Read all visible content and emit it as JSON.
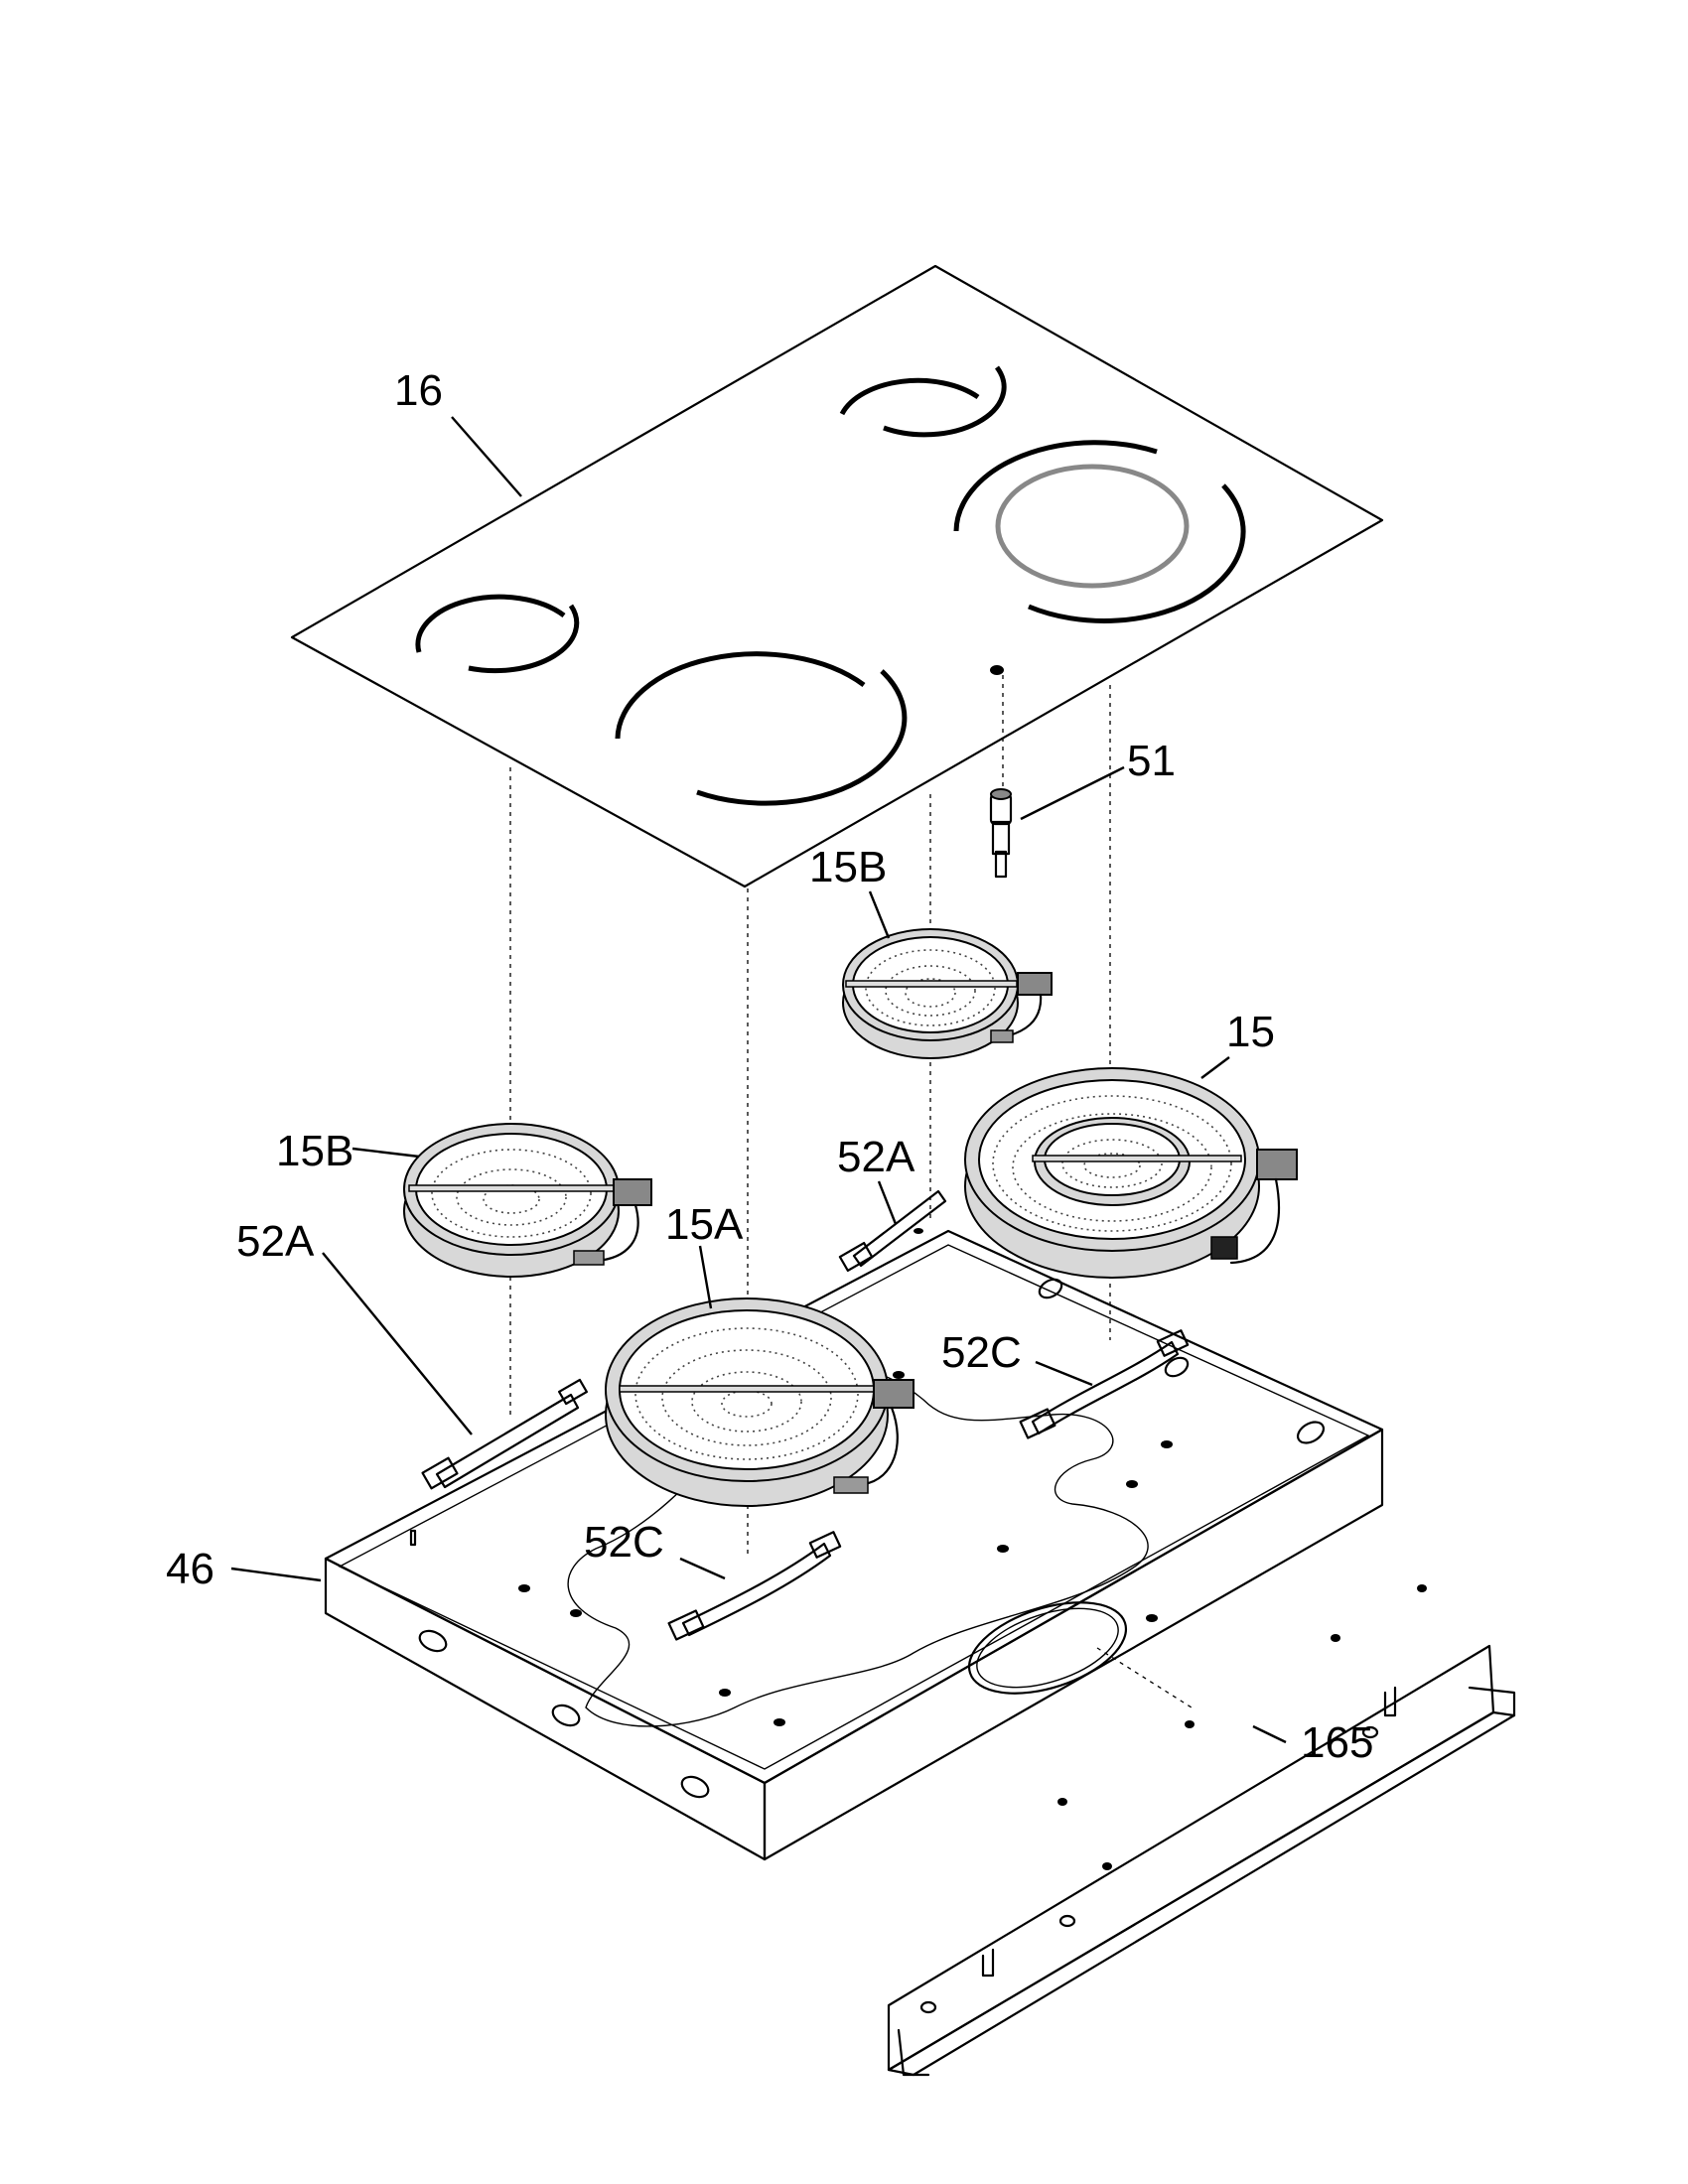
{
  "diagram": {
    "callouts": {
      "c16": "16",
      "c51": "51",
      "c15B_top": "15B",
      "c15": "15",
      "c15B_left": "15B",
      "c52A_right": "52A",
      "c15A": "15A",
      "c52A_left": "52A",
      "c52C_right": "52C",
      "c46": "46",
      "c52C_left": "52C",
      "c165": "165"
    }
  }
}
